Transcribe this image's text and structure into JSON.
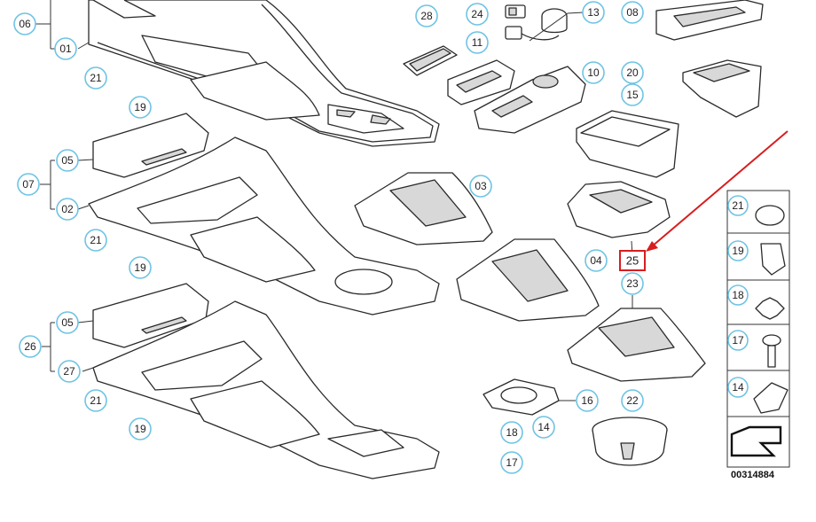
{
  "diagram": {
    "callouts": {
      "c06": "06",
      "c01": "01",
      "c21a": "21",
      "c19a": "19",
      "c07": "07",
      "c05a": "05",
      "c02": "02",
      "c21b": "21",
      "c19b": "19",
      "c26": "26",
      "c05b": "05",
      "c27": "27",
      "c21c": "21",
      "c19c": "19",
      "c28": "28",
      "c24": "24",
      "c13": "13",
      "c08": "08",
      "c11": "11",
      "c10": "10",
      "c20": "20",
      "c15": "15",
      "c03": "03",
      "c04": "04",
      "c23": "23",
      "c16": "16",
      "c18": "18",
      "c14": "14",
      "c17": "17",
      "c22": "22"
    },
    "highlighted_callout": "25",
    "legend": {
      "items": [
        "21",
        "19",
        "18",
        "17",
        "14"
      ]
    },
    "document_number": "00314884",
    "colors": {
      "callout_ring": "#6fc3e3",
      "highlight": "#d81e1e",
      "line": "#2a2a2a"
    }
  }
}
